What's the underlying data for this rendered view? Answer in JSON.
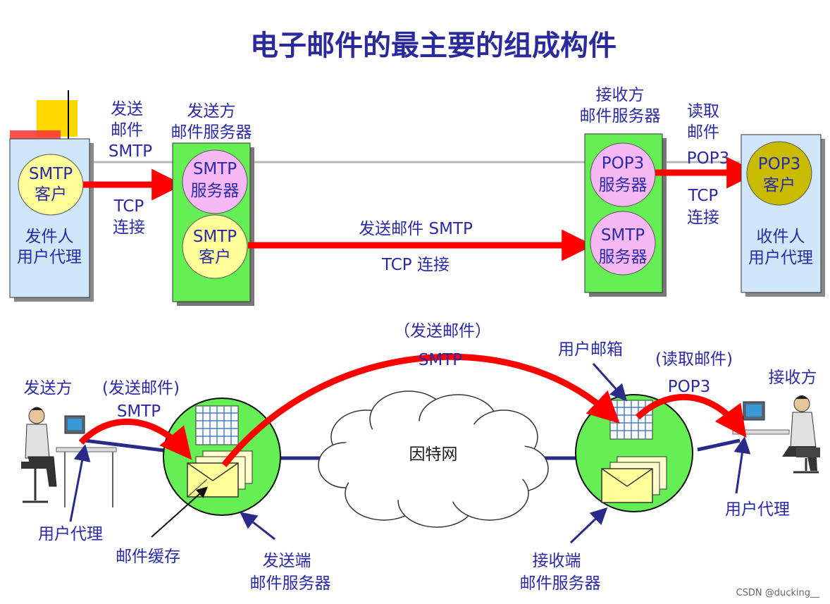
{
  "title": "电子邮件的最主要的组成构件",
  "colors": {
    "text": "#2a2aa6",
    "arrow": "#ff0000",
    "server_box": "#66ee55",
    "agent_box": "#cfe6fb",
    "smtp_client": "#ffff99",
    "smtp_server": "#f7b8f5",
    "pop3_client": "#c8bb00",
    "mail_server_circle": "#66ee55"
  },
  "top": {
    "sender_agent": {
      "circle_line1": "SMTP",
      "circle_line2": "客户",
      "label_line1": "发件人",
      "label_line2": "用户代理"
    },
    "send_arrow_1": {
      "above_line1": "发送",
      "above_line2": "邮件",
      "above_line3": "SMTP",
      "below_line1": "TCP",
      "below_line2": "连接"
    },
    "sender_server": {
      "label_line1": "发送方",
      "label_line2": "邮件服务器",
      "server_line1": "SMTP",
      "server_line2": "服务器",
      "client_line1": "SMTP",
      "client_line2": "客户"
    },
    "send_arrow_2": {
      "above": "发送邮件 SMTP",
      "below": "TCP 连接"
    },
    "receiver_server": {
      "label_line1": "接收方",
      "label_line2": "邮件服务器",
      "pop3_line1": "POP3",
      "pop3_line2": "服务器",
      "smtp_line1": "SMTP",
      "smtp_line2": "服务器"
    },
    "read_arrow": {
      "above_line1": "读取",
      "above_line2": "邮件",
      "above_line3": "POP3",
      "below_line1": "TCP",
      "below_line2": "连接"
    },
    "receiver_agent": {
      "circle_line1": "POP3",
      "circle_line2": "客户",
      "label_line1": "收件人",
      "label_line2": "用户代理"
    }
  },
  "bottom": {
    "sender": "发送方",
    "send_mail_left_line1": "(发送邮件)",
    "send_mail_left_line2": "SMTP",
    "user_agent_left": "用户代理",
    "mail_cache": "邮件缓存",
    "send_server_line1": "发送端",
    "send_server_line2": "邮件服务器",
    "internet": "因特网",
    "send_mail_top_line1": "（发送邮件）",
    "send_mail_top_line2": "SMTP",
    "mailbox": "用户邮箱",
    "read_mail_line1": "(读取邮件)",
    "read_mail_line2": "POP3",
    "receiver": "接收方",
    "user_agent_right": "用户代理",
    "recv_server_line1": "接收端",
    "recv_server_line2": "邮件服务器"
  },
  "watermark": "CSDN @ducking__"
}
